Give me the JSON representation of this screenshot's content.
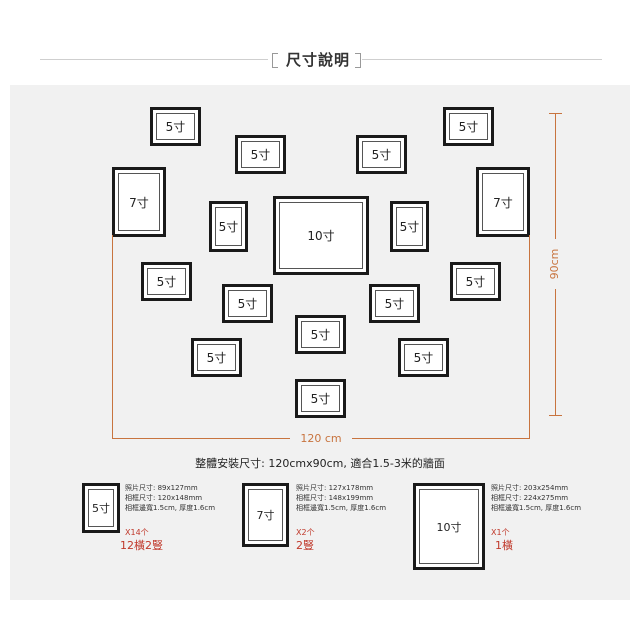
{
  "header": {
    "title": "尺寸說明"
  },
  "frames": [
    {
      "label": "5寸"
    },
    {
      "label": "5寸"
    },
    {
      "label": "5寸"
    },
    {
      "label": "5寸"
    },
    {
      "label": "7寸"
    },
    {
      "label": "7寸"
    },
    {
      "label": "5寸"
    },
    {
      "label": "10寸"
    },
    {
      "label": "5寸"
    },
    {
      "label": "5寸"
    },
    {
      "label": "5寸"
    },
    {
      "label": "5寸"
    },
    {
      "label": "5寸"
    },
    {
      "label": "5寸"
    },
    {
      "label": "5寸"
    },
    {
      "label": "5寸"
    },
    {
      "label": "5寸"
    }
  ],
  "dimensions": {
    "height": "90cm",
    "width": "120 cm"
  },
  "total": {
    "text": "整體安裝尺寸: 120cmx90cm, 適合1.5-3米的牆面"
  },
  "legend": [
    {
      "label": "5寸",
      "specs": [
        "照片尺寸: 89x127mm",
        "相框尺寸: 120x148mm",
        "相框邊寬1.5cm, 厚度1.6cm"
      ],
      "qty": "X14个",
      "combo": "12橫2豎"
    },
    {
      "label": "7寸",
      "specs": [
        "照片尺寸: 127x178mm",
        "相框尺寸: 148x199mm",
        "相框邊寬1.5cm, 厚度1.6cm"
      ],
      "qty": "X2个",
      "combo": "2豎"
    },
    {
      "label": "10寸",
      "specs": [
        "照片尺寸: 203x254mm",
        "相框尺寸: 224x275mm",
        "相框邊寬1.5cm, 厚度1.6cm"
      ],
      "qty": "X1个",
      "combo": "1橫"
    }
  ],
  "colors": {
    "dimension": "#c8743f",
    "quantity": "#c0392b",
    "frame": "#1a1a1a",
    "panel": "#f1f1f1"
  }
}
